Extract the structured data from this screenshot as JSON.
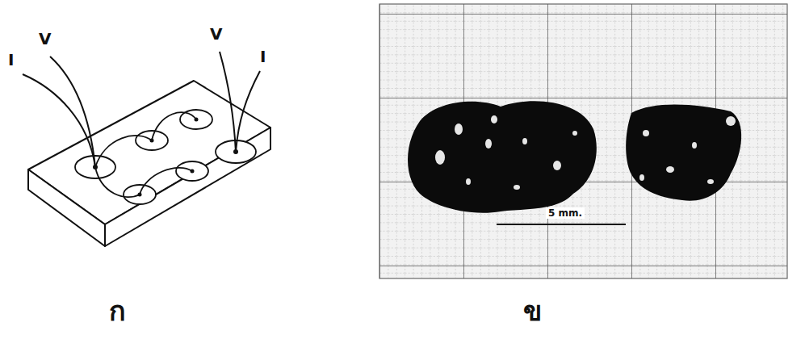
{
  "diagram": {
    "labels": [
      "I",
      "V",
      "V",
      "I",
      "5 mm.",
      "ก",
      "ข"
    ]
  }
}
